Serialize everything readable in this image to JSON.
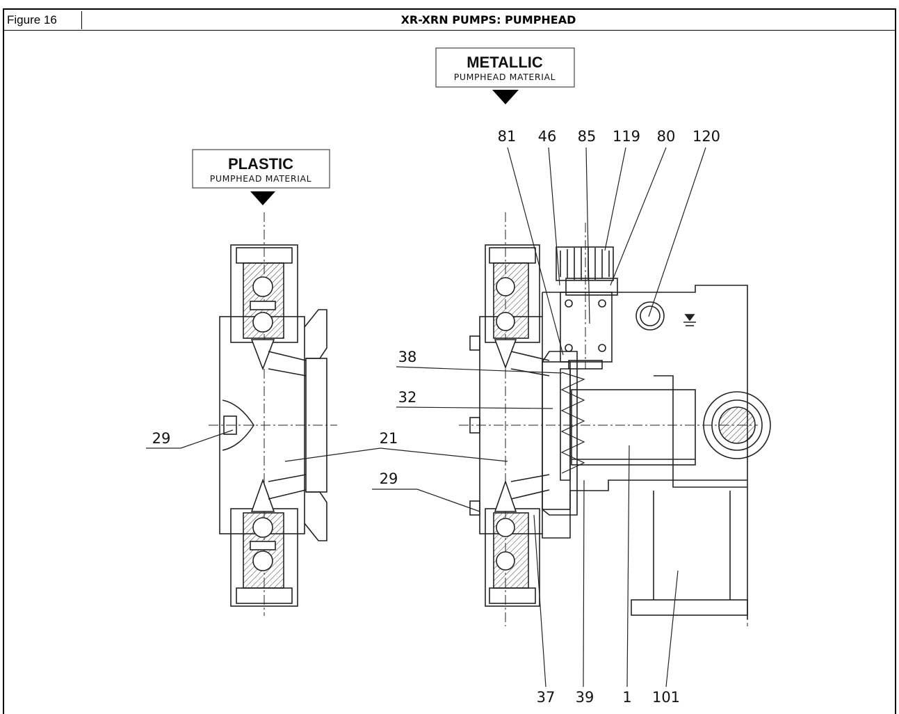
{
  "figure_label": "Figure 16",
  "figure_title": "XR-XRN PUMPS: PUMPHEAD",
  "plastic_box": {
    "title": "PLASTIC",
    "subtitle": "PUMPHEAD MATERIAL"
  },
  "metallic_box": {
    "title": "METALLIC",
    "subtitle": "PUMPHEAD MATERIAL"
  },
  "callouts": {
    "c81": "81",
    "c46": "46",
    "c85": "85",
    "c119": "119",
    "c80": "80",
    "c120": "120",
    "c38": "38",
    "c32": "32",
    "c29_left": "29",
    "c21": "21",
    "c29_right": "29",
    "c37": "37",
    "c39": "39",
    "c1": "1",
    "c101": "101"
  }
}
